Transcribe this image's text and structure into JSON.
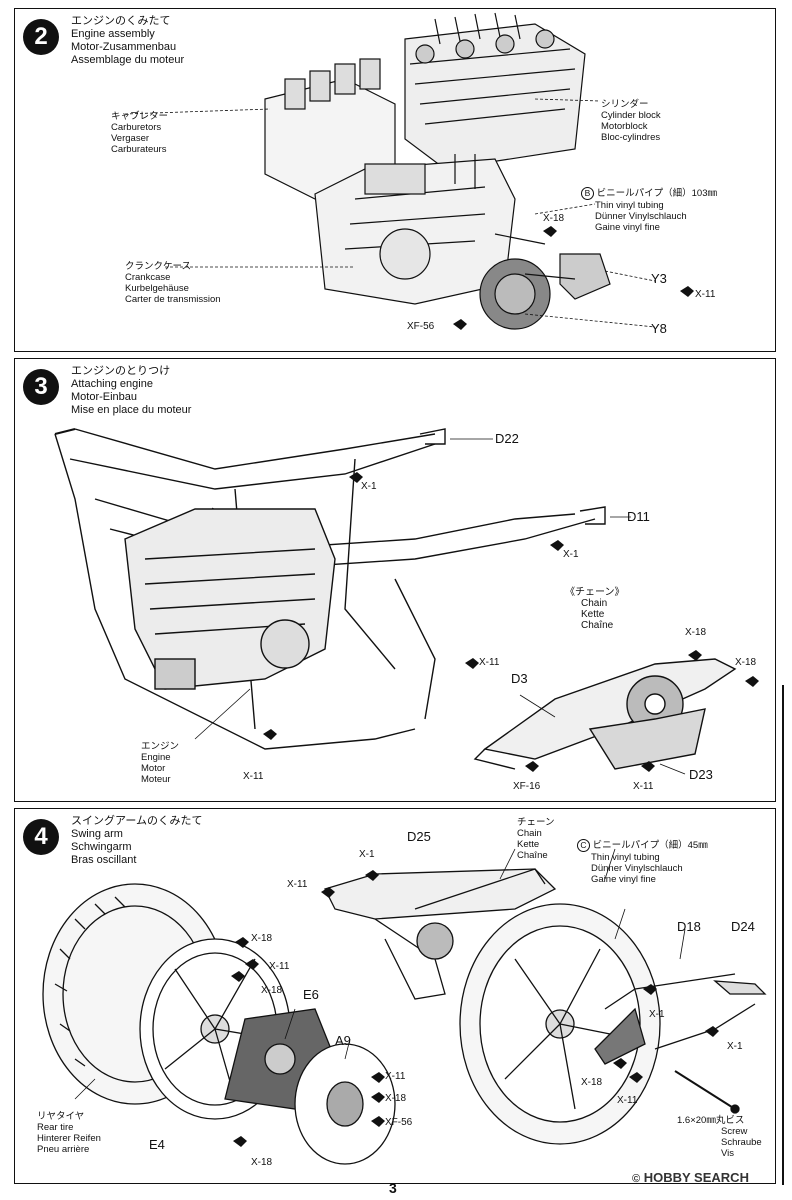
{
  "step2": {
    "number": "2",
    "title_jp": "エンジンのくみたて",
    "title_en": "Engine assembly",
    "title_de": "Motor-Zusammenbau",
    "title_fr": "Assemblage du moteur",
    "carb": {
      "jp": "キャブレター",
      "en": "Carburetors",
      "de": "Vergaser",
      "fr": "Carburateurs"
    },
    "cylinder": {
      "jp": "シリンダー",
      "en": "Cylinder block",
      "de": "Motorblock",
      "fr": "Bloc-cylindres"
    },
    "crankcase": {
      "jp": "クランクケース",
      "en": "Crankcase",
      "de": "Kurbelgehäuse",
      "fr": "Carter de transmission"
    },
    "tubing": {
      "letter": "B",
      "jp": "ビニールパイプ（細）103㎜",
      "en": "Thin vinyl tubing",
      "de": "Dünner Vinylschlauch",
      "fr": "Gaine vinyl fine"
    },
    "codes": {
      "x18": "X-18",
      "y3": "Y3",
      "x11": "X-11",
      "xf56": "XF-56",
      "y8": "Y8"
    }
  },
  "step3": {
    "number": "3",
    "title_jp": "エンジンのとりつけ",
    "title_en": "Attaching engine",
    "title_de": "Motor-Einbau",
    "title_fr": "Mise en place du moteur",
    "engine": {
      "jp": "エンジン",
      "en": "Engine",
      "de": "Motor",
      "fr": "Moteur"
    },
    "chain": {
      "jp": "《チェーン》",
      "en": "Chain",
      "de": "Kette",
      "fr": "Chaîne"
    },
    "codes": {
      "d22": "D22",
      "x1a": "X-1",
      "d11": "D11",
      "x1b": "X-1",
      "x11a": "X-11",
      "x11b": "X-11",
      "x18a": "X-18",
      "x18b": "X-18",
      "d3": "D3",
      "xf16": "XF-16",
      "x11c": "X-11",
      "d23": "D23"
    }
  },
  "step4": {
    "number": "4",
    "title_jp": "スイングアームのくみたて",
    "title_en": "Swing arm",
    "title_de": "Schwingarm",
    "title_fr": "Bras oscillant",
    "chain": {
      "jp": "チェーン",
      "en": "Chain",
      "de": "Kette",
      "fr": "Chaîne"
    },
    "tubing": {
      "letter": "C",
      "jp": "ビニールパイプ（細）45㎜",
      "en": "Thin vinyl tubing",
      "de": "Dünner Vinylschlauch",
      "fr": "Gaine vinyl fine"
    },
    "rear_tire": {
      "jp": "リヤタイヤ",
      "en": "Rear tire",
      "de": "Hinterer Reifen",
      "fr": "Pneu arrière"
    },
    "screw": {
      "jp": "1.6×20㎜丸ビス",
      "en": "Screw",
      "de": "Schraube",
      "fr": "Vis"
    },
    "codes": {
      "d25": "D25",
      "x1a": "X-1",
      "x11a": "X-11",
      "x18a": "X-18",
      "x11b": "X-11",
      "x18b": "X-18",
      "e6": "E6",
      "a9": "A9",
      "x11c": "X-11",
      "x18c": "X-18",
      "xf56": "XF-56",
      "e4": "E4",
      "x18d": "X-18",
      "d18": "D18",
      "d24": "D24",
      "x1b": "X-1",
      "x1c": "X-1",
      "x18e": "X-18",
      "x11d": "X-11"
    }
  },
  "footer": {
    "page_number": "3",
    "watermark_brand": "HOBBY SEARCH",
    "watermark_copy": "©"
  }
}
